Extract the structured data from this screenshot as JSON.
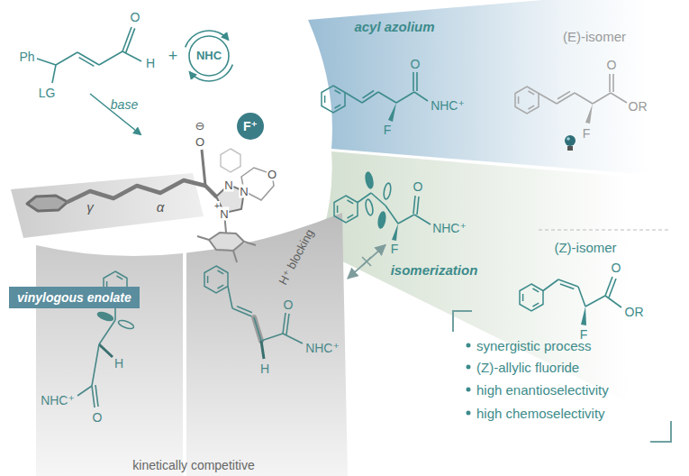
{
  "diagram": {
    "nodes": [
      {
        "text": [
          "NHC"
        ]
      },
      {
        "text": [
          "F⁺"
        ]
      },
      {
        "text": [
          "vinylogous enolate"
        ]
      },
      {
        "text": [
          "acyl azolium"
        ]
      },
      {
        "text": [
          "isomerization"
        ]
      },
      {
        "text": [
          "kinetically competitive"
        ]
      },
      {
        "text": [
          "H⁺ blocking"
        ],
        "in": 5
      }
    ],
    "edges": [
      {
        "from": 6,
        "to": 4,
        "arrow": "both"
      }
    ],
    "labels": [
      "Ph",
      "LG",
      "O",
      "H",
      "+",
      "base",
      "⊖",
      "O",
      "γ",
      "α",
      "N",
      "N",
      "+",
      "N",
      "O",
      "O",
      "NHC⁺",
      "F",
      "(E)-isomer",
      "O",
      "OR",
      "F",
      "F",
      "O",
      "NHC⁺",
      "(Z)-isomer",
      "O",
      "OR",
      "F",
      "H",
      "NHC⁺",
      "O",
      "H",
      "O",
      "NHC⁺",
      "synergistic process",
      "(Z)-allylic fluoride",
      "high enantioselectivity",
      "high chemoselectivity"
    ]
  }
}
